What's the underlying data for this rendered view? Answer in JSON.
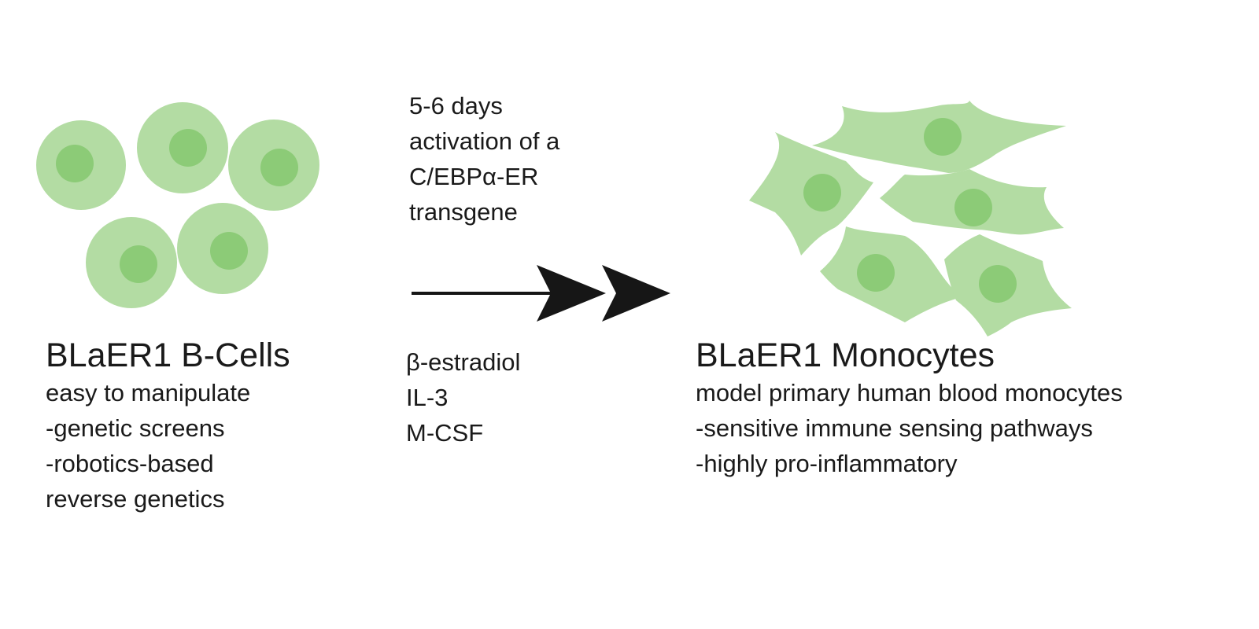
{
  "left_panel": {
    "title": "BLaER1 B-Cells",
    "lines": [
      "easy to manipulate",
      "-genetic screens",
      "-robotics-based",
      "reverse genetics"
    ]
  },
  "transition": {
    "conditions": [
      "5-6 days",
      "activation of a",
      "C/EBPα-ER",
      "transgene"
    ],
    "factors": [
      "β-estradiol",
      "IL-3",
      "M-CSF"
    ]
  },
  "right_panel": {
    "title": "BLaER1 Monocytes",
    "lines": [
      "model primary human blood monocytes",
      "-sensitive immune sensing pathways",
      "-highly pro-inflammatory"
    ]
  },
  "colors": {
    "cell_body": "#b3dca3",
    "cell_nucleus": "#8ccb77",
    "arrow": "#161616",
    "text": "#1a1a1a"
  },
  "icons": {
    "b_cells": "round-cell-cluster-icon",
    "monocytes": "star-shaped-cell-cluster-icon",
    "transition": "double-arrowhead-icon"
  }
}
